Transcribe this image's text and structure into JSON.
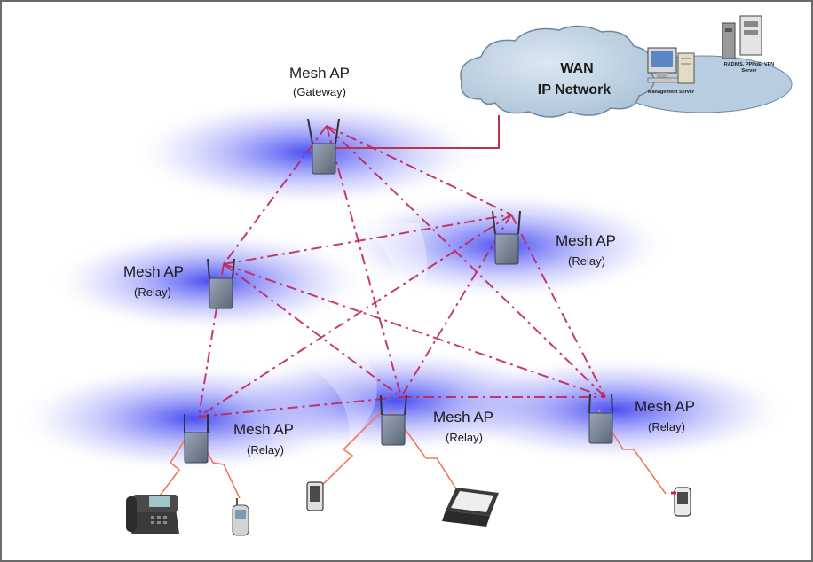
{
  "nodes": [
    {
      "id": "gateway",
      "title": "Mesh AP",
      "role": "(Gateway)"
    },
    {
      "id": "relay-right-upper",
      "title": "Mesh AP",
      "role": "(Relay)"
    },
    {
      "id": "relay-left-upper",
      "title": "Mesh AP",
      "role": "(Relay)"
    },
    {
      "id": "relay-bottom-left",
      "title": "Mesh AP",
      "role": "(Relay)"
    },
    {
      "id": "relay-bottom-middle",
      "title": "Mesh AP",
      "role": "(Relay)"
    },
    {
      "id": "relay-bottom-right",
      "title": "Mesh AP",
      "role": "(Relay)"
    }
  ],
  "wan": {
    "line1": "WAN",
    "line2": "IP Network"
  },
  "servers": {
    "management_label": "Management Server",
    "radius_label_line1": "RADIUS, PPPoE, VPN",
    "radius_label_line2": "Server"
  },
  "links": [
    [
      "gateway",
      "relay-left-upper"
    ],
    [
      "gateway",
      "relay-right-upper"
    ],
    [
      "gateway",
      "relay-bottom-middle"
    ],
    [
      "gateway",
      "relay-bottom-right"
    ],
    [
      "relay-left-upper",
      "relay-right-upper"
    ],
    [
      "relay-left-upper",
      "relay-bottom-left"
    ],
    [
      "relay-left-upper",
      "relay-bottom-middle"
    ],
    [
      "relay-left-upper",
      "relay-bottom-right"
    ],
    [
      "relay-right-upper",
      "relay-bottom-left"
    ],
    [
      "relay-right-upper",
      "relay-bottom-middle"
    ],
    [
      "relay-right-upper",
      "relay-bottom-right"
    ],
    [
      "relay-bottom-left",
      "relay-bottom-middle"
    ],
    [
      "relay-bottom-middle",
      "relay-bottom-right"
    ]
  ],
  "colors": {
    "coverage": "#3a3ff0",
    "mesh_link": "#c0275a",
    "wireless_link": "#f07a5a",
    "cloud": "#b9cfe0",
    "wired_link": "#b8364a"
  }
}
